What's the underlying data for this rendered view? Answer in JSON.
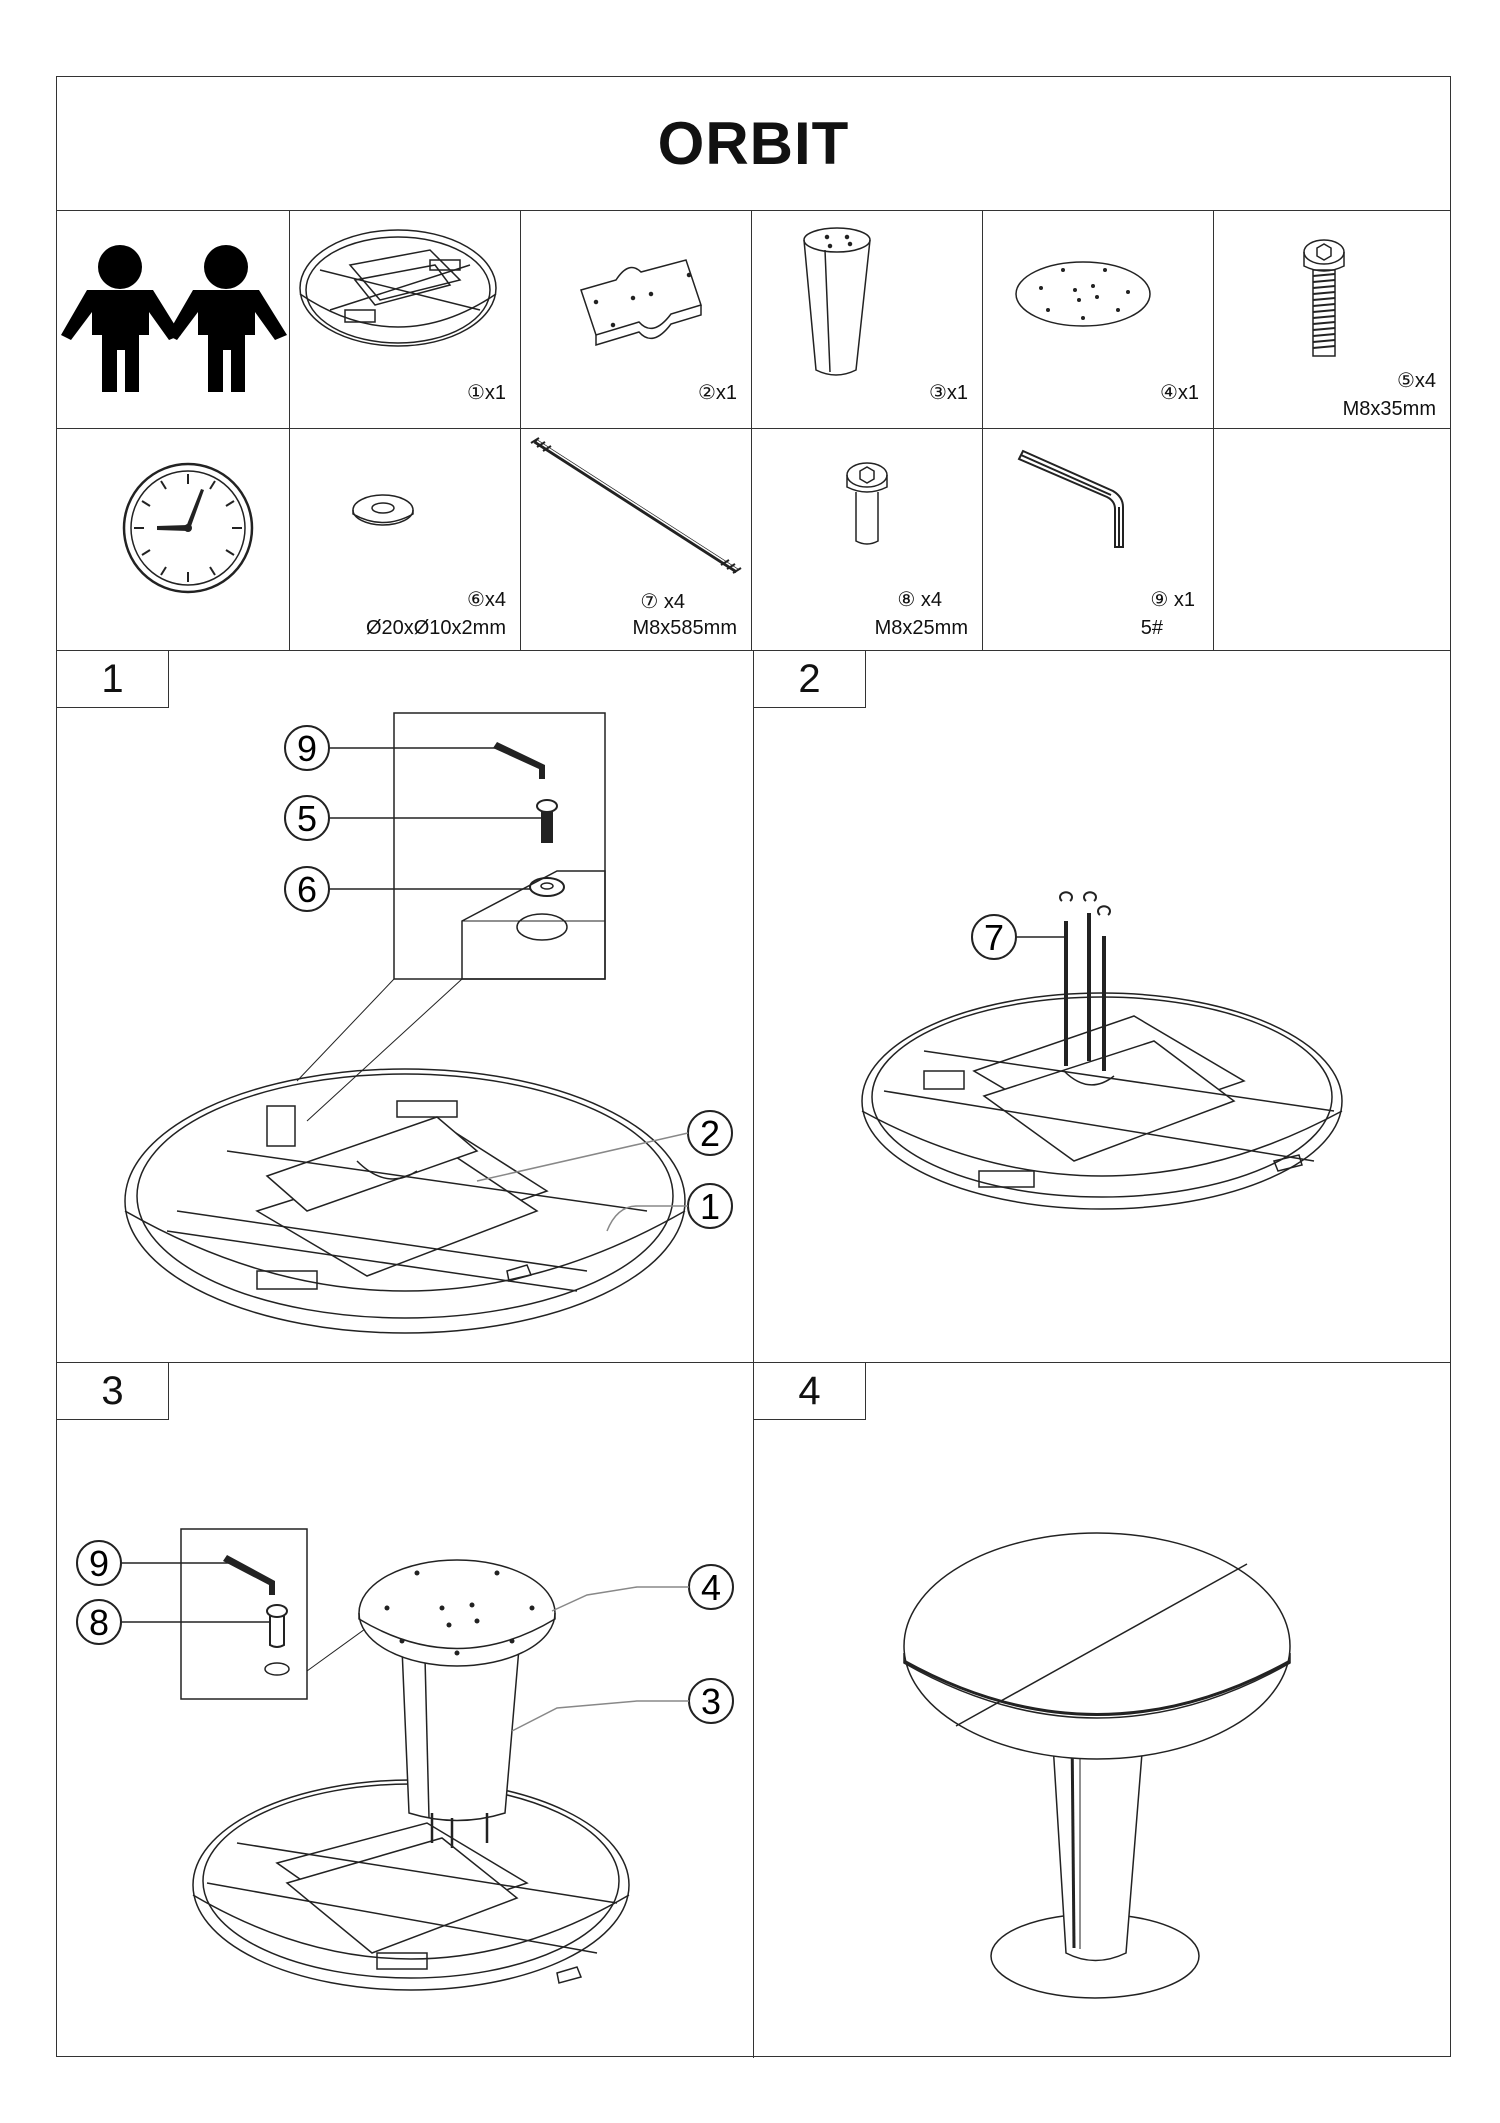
{
  "title": "ORBIT",
  "parts": [
    {
      "id": "1",
      "qty": "①x1",
      "spec": ""
    },
    {
      "id": "2",
      "qty": "②x1",
      "spec": ""
    },
    {
      "id": "3",
      "qty": "③x1",
      "spec": ""
    },
    {
      "id": "4",
      "qty": "④x1",
      "spec": ""
    },
    {
      "id": "5",
      "qty": "⑤x4",
      "spec": "M8x35mm"
    },
    {
      "id": "6",
      "qty": "⑥x4",
      "spec": "Ø20xØ10x2mm"
    },
    {
      "id": "7",
      "qty": "⑦ x4",
      "spec": "M8x585mm"
    },
    {
      "id": "8",
      "qty": "⑧ x4",
      "spec": "M8x25mm"
    },
    {
      "id": "9",
      "qty": "⑨ x1",
      "spec": "5#"
    }
  ],
  "steps": [
    {
      "number": "1",
      "callouts": [
        "9",
        "5",
        "6",
        "2",
        "1"
      ]
    },
    {
      "number": "2",
      "callouts": [
        "7"
      ]
    },
    {
      "number": "3",
      "callouts": [
        "9",
        "8",
        "4",
        "3"
      ]
    },
    {
      "number": "4",
      "callouts": []
    }
  ],
  "icons": {
    "people": "two-people-icon",
    "clock": "clock-icon"
  },
  "colors": {
    "line": "#222222",
    "leader": "#888888"
  }
}
